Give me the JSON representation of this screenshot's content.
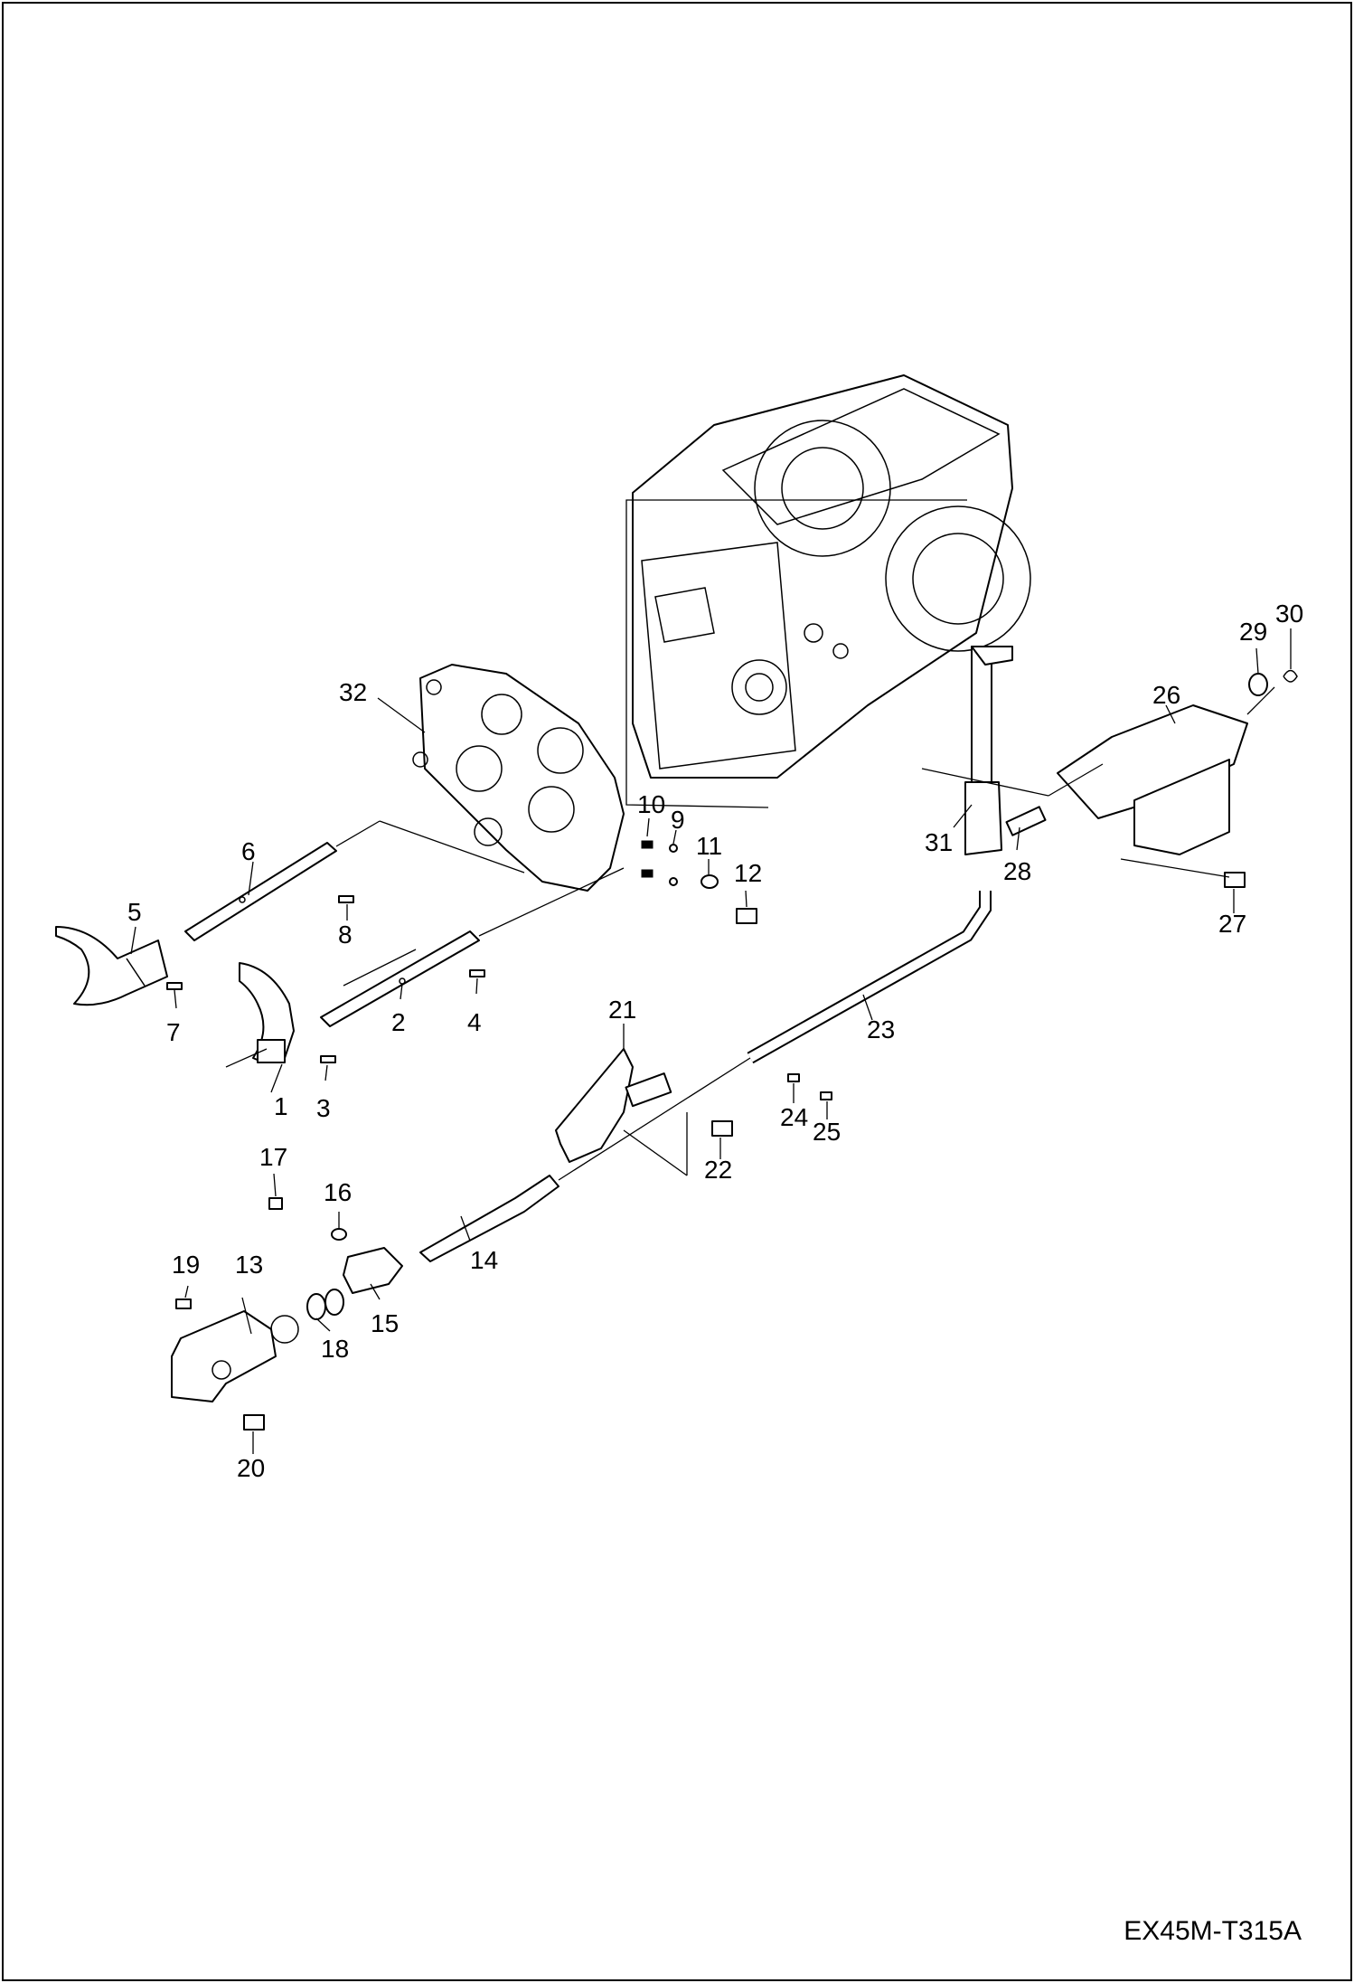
{
  "document_code": "EX45M-T315A",
  "callouts": [
    "1",
    "2",
    "3",
    "4",
    "5",
    "6",
    "7",
    "8",
    "9",
    "10",
    "11",
    "12",
    "13",
    "14",
    "15",
    "16",
    "17",
    "18",
    "19",
    "20",
    "21",
    "22",
    "23",
    "24",
    "25",
    "26",
    "27",
    "28",
    "29",
    "30",
    "31",
    "32"
  ]
}
